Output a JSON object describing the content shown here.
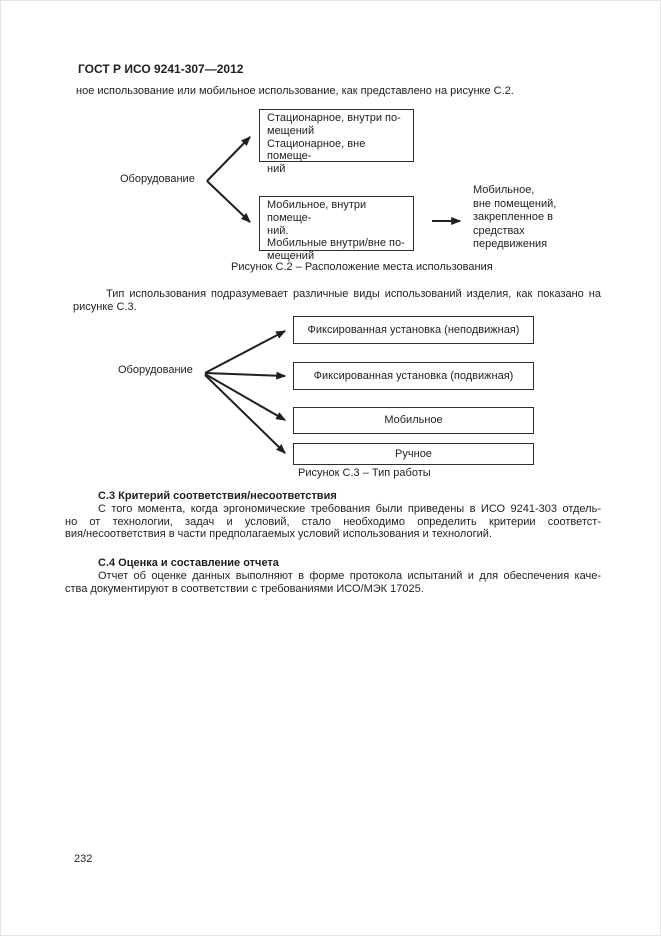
{
  "page": {
    "header": "ГОСТ Р ИСО 9241-307—2012",
    "page_number": "232"
  },
  "intro_paragraph": "ное использование или мобильное использование, как представлено на рисунке С.2.",
  "figure_c2": {
    "equipment_label": "Оборудование",
    "box_stationary": "Стационарное, внутри по-\nмещений\nСтационарное, вне помеще-\nний",
    "box_mobile": "Мобильное, внутри помеще-\nний.\nМобильные внутри/вне по-\nмещений",
    "side_note": "Мобильное,\nвне помещений,\nзакрепленное в\nсредствах\nпередвижения",
    "caption": "Рисунок С.2 – Расположение места использования"
  },
  "between_paragraph": {
    "lines": [
      "Тип использования подразумевает различные виды использований изделия, как показано на",
      "рисунке С.3."
    ]
  },
  "figure_c3": {
    "equipment_label": "Оборудование",
    "boxes": [
      "Фиксированная установка (неподвижная)",
      "Фиксированная установка (подвижная)",
      "Мобильное",
      "Ручное"
    ],
    "caption": "Рисунок С.3 – Тип работы"
  },
  "section_c3": {
    "heading": "С.3 Критерий соответствия/несоответствия",
    "lines": [
      "С того момента, когда эргономические требования были приведены в ИСО 9241-303 отдель-",
      "но от технологии, задач и условий, стало необходимо определить критерии соответст-",
      "вия/несоответствия в части предполагаемых условий использования и технологий."
    ]
  },
  "section_c4": {
    "heading": "С.4 Оценка и составление отчета",
    "lines": [
      "Отчет об оценке данных выполняют в форме протокола испытаний и для обеспечения каче-",
      "ства документируют в соответствии с требованиями ИСО/МЭК 17025."
    ]
  }
}
